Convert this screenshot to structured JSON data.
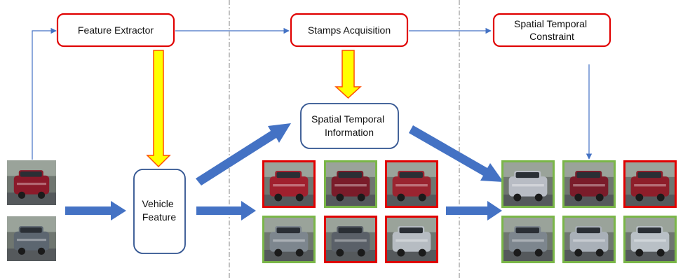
{
  "nodes": {
    "feature_extractor": "Feature Extractor",
    "stamps_acquisition": "Stamps Acquisition",
    "spatial_temporal_constraint": [
      "Spatial Temporal",
      "Constraint"
    ],
    "spatial_temporal_information": [
      "Spatial Temporal",
      "Information"
    ],
    "vehicle_feature": [
      "Vehicle",
      "Feature"
    ]
  },
  "colors": {
    "process_border": "#e00000",
    "info_border": "#2f528f",
    "thin_arrow": "#4472c4",
    "block_arrow": "#4472c4",
    "down_arrow_fill": "#ffff00",
    "down_arrow_stroke": "#ff4d00",
    "match_true": "#7ab648",
    "match_false": "#e00000",
    "separator": "#999999"
  },
  "inputs": [
    {
      "name": "query-red-minivan",
      "body": "#8b1a2a"
    },
    {
      "name": "query-silver-suv",
      "body": "#5c6670"
    }
  ],
  "retrieval_before": [
    [
      {
        "name": "rank1",
        "body": "#a0202e",
        "match": false
      },
      {
        "name": "rank2",
        "body": "#7a1c2a",
        "match": true
      },
      {
        "name": "rank3",
        "body": "#9a2430",
        "match": false
      }
    ],
    [
      {
        "name": "rank1",
        "body": "#7d868e",
        "match": true
      },
      {
        "name": "rank2",
        "body": "#5a6068",
        "match": false
      },
      {
        "name": "rank3",
        "body": "#b6bcc2",
        "match": false
      }
    ]
  ],
  "retrieval_after": [
    [
      {
        "name": "rank1",
        "body": "#b8bcc4",
        "match": true
      },
      {
        "name": "rank2",
        "body": "#7a1c2a",
        "match": true
      },
      {
        "name": "rank3",
        "body": "#8e1e2a",
        "match": false
      }
    ],
    [
      {
        "name": "rank1",
        "body": "#7d868e",
        "match": true
      },
      {
        "name": "rank2",
        "body": "#a9b0b8",
        "match": true
      },
      {
        "name": "rank3",
        "body": "#b9c0c6",
        "match": true
      }
    ]
  ]
}
